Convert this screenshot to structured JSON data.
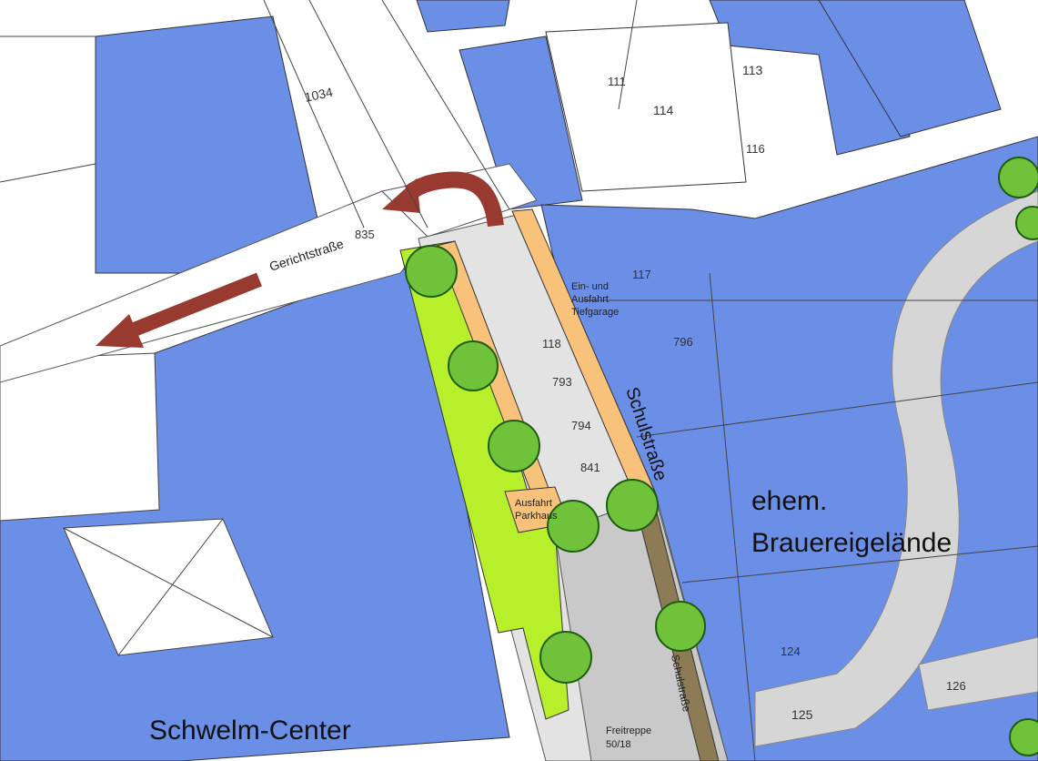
{
  "map": {
    "labels": {
      "gerichtstrasse": "Gerichtstraße",
      "schulstrasse": "Schulstraße",
      "schulstrasse_south": "Schulstraße",
      "ehem": "ehem.",
      "brauereigelaende": "Brauereigelände",
      "schwelm_center": "Schwelm-Center",
      "ein_ausfahrt_1": "Ein- und",
      "ein_ausfahrt_2": "Ausfahrt",
      "ein_ausfahrt_3": "Tiefgarage",
      "ausfahrt_parkhaus_1": "Ausfahrt",
      "ausfahrt_parkhaus_2": "Parkhaus",
      "freitreppe_1": "Freitreppe",
      "freitreppe_2": "50/18"
    },
    "parcels": {
      "p1034": "1034",
      "p835": "835",
      "p111": "111",
      "p113": "113",
      "p114": "114",
      "p116": "116",
      "p117": "117",
      "p118": "118",
      "p793": "793",
      "p794": "794",
      "p796": "796",
      "p841": "841",
      "p124": "124",
      "p125": "125",
      "p126": "126"
    },
    "colors": {
      "building_blue": "#6b8fe6",
      "street_white": "#ffffff",
      "sidewalk_gray": "#e3e3e3",
      "green_strip": "#b7ef2a",
      "orange_strip": "#f9c27a",
      "tree_green": "#6fc23a",
      "arrow_red": "#983a2f",
      "plaza_gray": "#c9c9c9",
      "dark_strip": "#8d7b55"
    }
  }
}
